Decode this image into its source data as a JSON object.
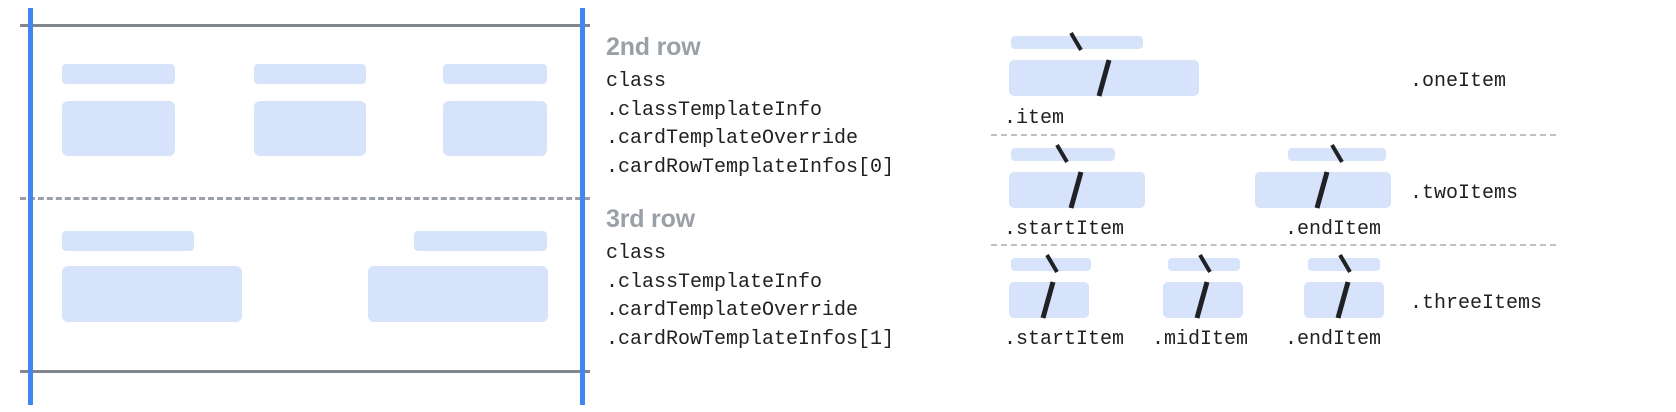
{
  "left_diagram": {
    "name": "card-row-template-preview",
    "rows": [
      {
        "id": "second-row",
        "columns": [
          {
            "label_bar": "placeholder-bar",
            "content_box": "placeholder-box"
          },
          {
            "label_bar": "placeholder-bar",
            "content_box": "placeholder-box"
          },
          {
            "label_bar": "placeholder-bar",
            "content_box": "placeholder-box"
          }
        ]
      },
      {
        "id": "third-row",
        "columns": [
          {
            "label_bar": "placeholder-bar",
            "content_box": "placeholder-box"
          },
          {
            "label_bar": "placeholder-bar",
            "content_box": "placeholder-box"
          }
        ]
      }
    ],
    "guides": {
      "left_edge": "blue-vertical-guide",
      "right_edge": "blue-vertical-guide",
      "top_edge": "gray-horizontal-guide",
      "bottom_edge": "gray-horizontal-guide",
      "row_divider": "gray-dashed-divider"
    }
  },
  "annotations": [
    {
      "heading": "2nd row",
      "lines": [
        "class",
        ".classTemplateInfo",
        ".cardTemplateOverride",
        ".cardRowTemplateInfos[0]"
      ]
    },
    {
      "heading": "3rd row",
      "lines": [
        "class",
        ".classTemplateInfo",
        ".cardTemplateOverride",
        ".cardRowTemplateInfos[1]"
      ]
    }
  ],
  "right_diagram": {
    "sections": [
      {
        "variant_label": ".oneItem",
        "items": [
          {
            "caption": ".item",
            "slash": "/"
          }
        ]
      },
      {
        "variant_label": ".twoItems",
        "items": [
          {
            "caption": ".startItem",
            "slash": "/"
          },
          {
            "caption": ".endItem",
            "slash": "/"
          }
        ]
      },
      {
        "variant_label": ".threeItems",
        "items": [
          {
            "caption": ".startItem",
            "slash": "/"
          },
          {
            "caption": ".midItem",
            "slash": "/"
          },
          {
            "caption": ".endItem",
            "slash": "/"
          }
        ]
      }
    ]
  },
  "colors": {
    "placeholder": "#d7e3fb",
    "guide_blue": "#4285f4",
    "guide_gray": "#80868b",
    "divider_gray": "#9aa0a6",
    "dotted_gray": "#bdc1c6",
    "heading_gray": "#9aa0a6",
    "text": "#202124",
    "background": "#ffffff"
  }
}
